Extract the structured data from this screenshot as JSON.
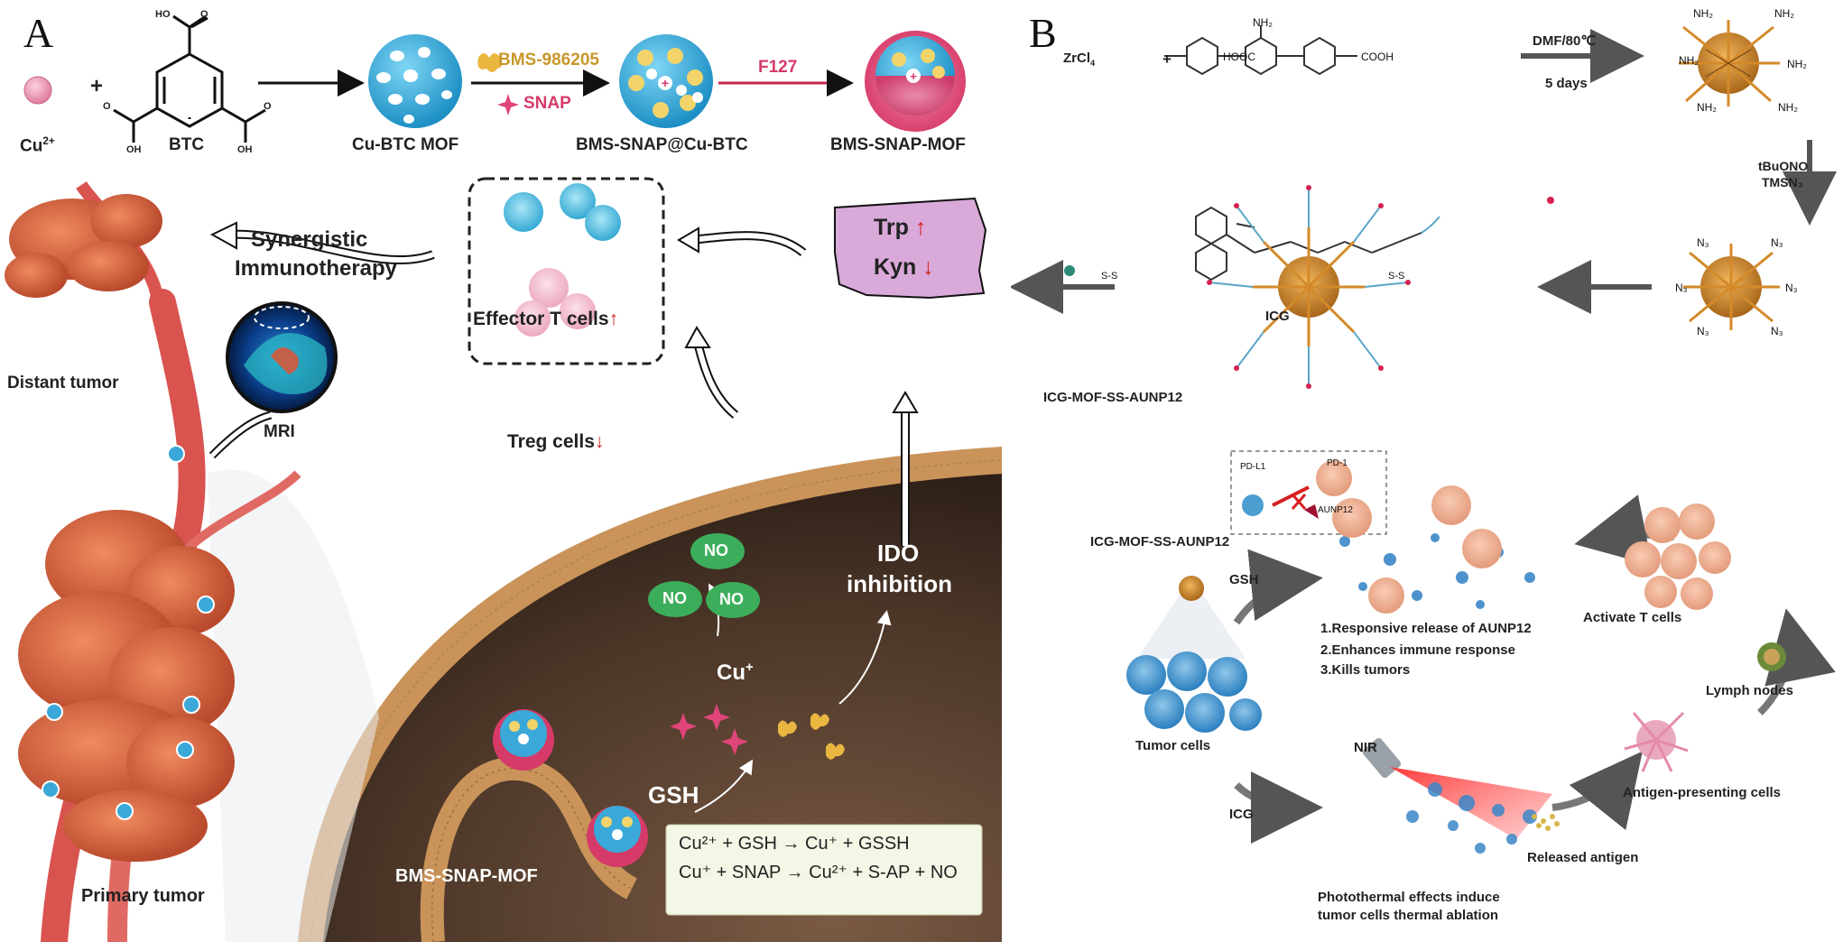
{
  "panel_a": {
    "letter": "A",
    "cu_label": "Cu",
    "cu_charge": "2+",
    "plus": "+",
    "btc_label": "BTC",
    "oh": "OH",
    "ho": "HO",
    "o": "O",
    "cu_btc_mof": "Cu-BTC MOF",
    "bms_drug": "BMS-986205",
    "snap": "SNAP",
    "bms_snap_cu_btc": "BMS-SNAP@Cu-BTC",
    "f127": "F127",
    "bms_snap_mof": "BMS-SNAP-MOF",
    "synergistic_line1": "Synergistic",
    "synergistic_line2": "Immunotherapy",
    "effector_t_cells": "Effector T cells",
    "treg_cells": "Treg cells",
    "trp": "Trp",
    "kyn": "Kyn",
    "distant_tumor": "Distant tumor",
    "mri": "MRI",
    "no": "NO",
    "ido_line1": "IDO",
    "ido_line2": "inhibition",
    "cu_plus": "Cu",
    "gsh": "GSH",
    "primary_tumor": "Primary tumor",
    "bms_snap_mof_bottom": "BMS-SNAP-MOF",
    "eq1": "Cu²⁺ + GSH → Cu⁺ + GSSH",
    "eq2": "Cu⁺ + SNAP → Cu²⁺ + S-AP + NO",
    "up_arrow": "↑",
    "down_arrow": "↓"
  },
  "panel_b": {
    "letter": "B",
    "zrcl4": "ZrCl",
    "plus": "+",
    "hooc": "HOOC",
    "cooh": "COOH",
    "nh2": "NH₂",
    "dmf": "DMF/80℃",
    "days": "5 days",
    "tbuono": "tBuONO",
    "tmsn3": "TMSN₃",
    "n3": "N₃",
    "icg": "ICG",
    "ss": "S-S",
    "icg_mof_ss_aunp12": "ICG-MOF-SS-AUNP12",
    "pd_l1": "PD-L1",
    "pd_1": "PD-1",
    "aunp12": "AUNP12",
    "icg_mof_label": "ICG-MOF-SS-AUNP12",
    "gsh": "GSH",
    "release1": "1.Responsive release of AUNP12",
    "release2": "2.Enhances immune response",
    "release3": "3.Kills tumors",
    "activate_t": "Activate T cells",
    "lymph_nodes": "Lymph nodes",
    "tumor_cells": "Tumor cells",
    "nir": "NIR",
    "icg_bottom": "ICG",
    "apc": "Antigen-presenting cells",
    "released_antigen": "Released antigen",
    "photo1": "Photothermal effects induce",
    "photo2": "tumor cells thermal ablation"
  },
  "colors": {
    "mof_blue": "#2ea6d6",
    "snap_pink": "#e0457a",
    "bms_gold": "#e4b23a",
    "vessel_red": "#d9534f",
    "tumor_orange": "#d8694a",
    "cell_brown": "#5a4032",
    "membrane_tan": "#c9935a",
    "no_green": "#3cae5b",
    "kyn_purple": "#d9a9d9",
    "zr_orange": "#d48a2a",
    "red_arrow": "#d62020"
  }
}
